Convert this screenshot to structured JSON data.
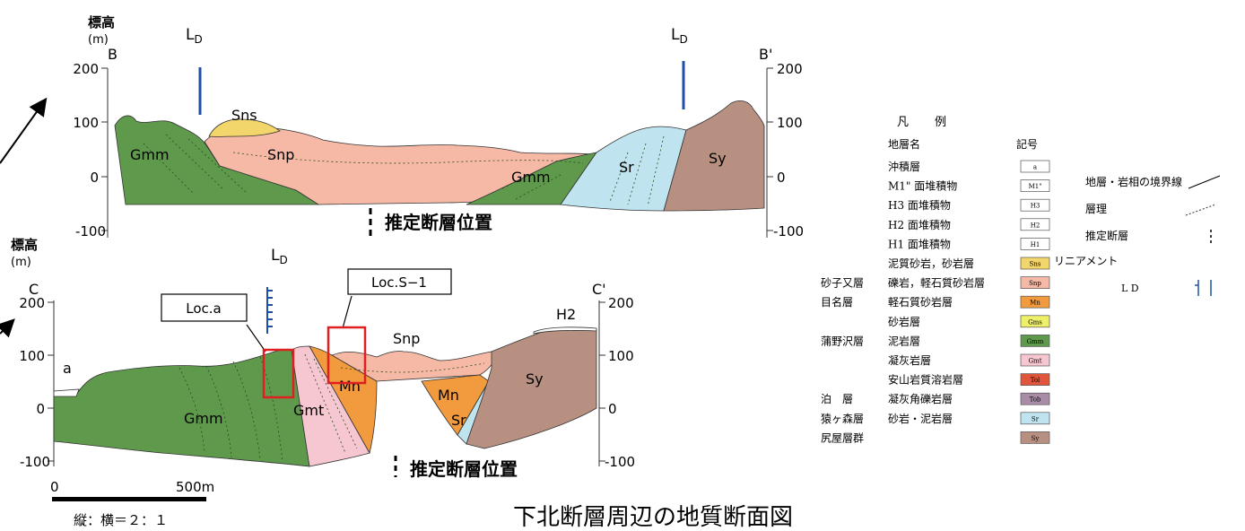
{
  "upper_section": {
    "y_axis_title_1": "標高",
    "y_axis_title_2": "(m)",
    "left_end": "B",
    "right_end": "B'",
    "ticks_left": [
      "200",
      "100",
      "0",
      "-100"
    ],
    "ticks_right": [
      "200",
      "100",
      "0",
      "-100"
    ],
    "ld_left": "L",
    "ld_right": "L",
    "ld_subscript": "D",
    "units": {
      "sns": "Sns",
      "snp": "Snp",
      "gmm_left": "Gmm",
      "gmm_right": "Gmm",
      "sr": "Sr",
      "sy": "Sy"
    },
    "fault_label": "推定断層位置"
  },
  "lower_section": {
    "y_axis_title_1": "標高",
    "y_axis_title_2": "(m)",
    "left_end": "C",
    "right_end": "C'",
    "ticks_left": [
      "200",
      "100",
      "0",
      "-100"
    ],
    "ticks_right": [
      "200",
      "100",
      "0",
      "-100"
    ],
    "ld": "L",
    "ld_subscript": "D",
    "callout_loc_a": "Loc.a",
    "callout_loc_s1": "Loc.S−1",
    "units": {
      "a": "a",
      "gmm": "Gmm",
      "gmt": "Gmt",
      "mn_left": "Mn",
      "snp": "Snp",
      "mn_right": "Mn",
      "sr": "Sr",
      "sy": "Sy",
      "h2": "H2"
    },
    "fault_label": "推定断層位置",
    "scale_start": "0",
    "scale_end": "500m",
    "scale_ratio": "縦：横＝２：１"
  },
  "caption": "下北断層周辺の地質断面図",
  "legend": {
    "title_1": "凡",
    "title_2": "例",
    "col_name": "地層名",
    "col_symbol": "記号",
    "rows": [
      {
        "group": "",
        "name": "沖積層",
        "symbol": "a",
        "color": "#ffffff"
      },
      {
        "group": "",
        "name": "M1\" 面堆積物",
        "symbol": "M1\"",
        "color": "#ffffff"
      },
      {
        "group": "",
        "name": "H3 面堆積物",
        "symbol": "H3",
        "color": "#ffffff"
      },
      {
        "group": "",
        "name": "H2 面堆積物",
        "symbol": "H2",
        "color": "#ffffff"
      },
      {
        "group": "",
        "name": "H1 面堆積物",
        "symbol": "H1",
        "color": "#ffffff"
      },
      {
        "group": "",
        "name": "泥質砂岩，砂岩層",
        "symbol": "Sns",
        "color": "#f3d66b"
      },
      {
        "group": "砂子又層",
        "name": "礫岩，軽石質砂岩層",
        "symbol": "Snp",
        "color": "#f5b9a6"
      },
      {
        "group": "目名層",
        "name": "軽石質砂岩層",
        "symbol": "Mn",
        "color": "#f29a3e"
      },
      {
        "group": "",
        "name": "砂岩層",
        "symbol": "Gms",
        "color": "#eef06a"
      },
      {
        "group": "蒲野沢層",
        "name": "泥岩層",
        "symbol": "Gmm",
        "color": "#5f9a4c"
      },
      {
        "group": "",
        "name": "凝灰岩層",
        "symbol": "Gmt",
        "color": "#f6c7d0"
      },
      {
        "group": "",
        "name": "安山岩質溶岩層",
        "symbol": "Tol",
        "color": "#e0553b"
      },
      {
        "group": "泊　層",
        "name": "凝灰角礫岩層",
        "symbol": "Tob",
        "color": "#a88ca8"
      },
      {
        "group": "猿ヶ森層",
        "name": "砂岩・泥岩層",
        "symbol": "Sr",
        "color": "#bfe3ef"
      },
      {
        "group": "尻屋層群",
        "name": "",
        "symbol": "Sy",
        "color": "#b89082"
      }
    ],
    "lines": [
      {
        "label": "地層・岩相の境界線"
      },
      {
        "label": "層理"
      },
      {
        "label": "推定断層"
      },
      {
        "label": "リニアメント"
      },
      {
        "label": "L D"
      }
    ]
  },
  "colors": {
    "gmm": "#5f9a4c",
    "snp": "#f5b9a6",
    "sns": "#f3d66b",
    "sr": "#bfe3ef",
    "sy": "#b89082",
    "mn": "#f29a3e",
    "gmt": "#f6c7d0",
    "ld": "#1f4fa8",
    "callout": "#e02020"
  }
}
